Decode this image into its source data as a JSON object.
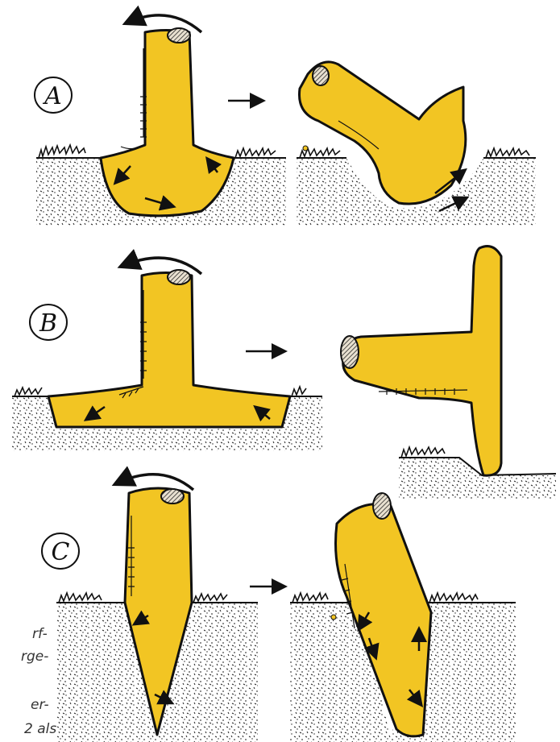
{
  "panels": [
    {
      "label": "A"
    },
    {
      "label": "B"
    },
    {
      "label": "C"
    }
  ],
  "caption_fragments": [
    "rf-",
    "rge-",
    "er-",
    "2 als"
  ],
  "colors": {
    "plant": "#f2c523",
    "outline": "#111111",
    "cut": "#d9d2c7",
    "soil": "#222222"
  }
}
